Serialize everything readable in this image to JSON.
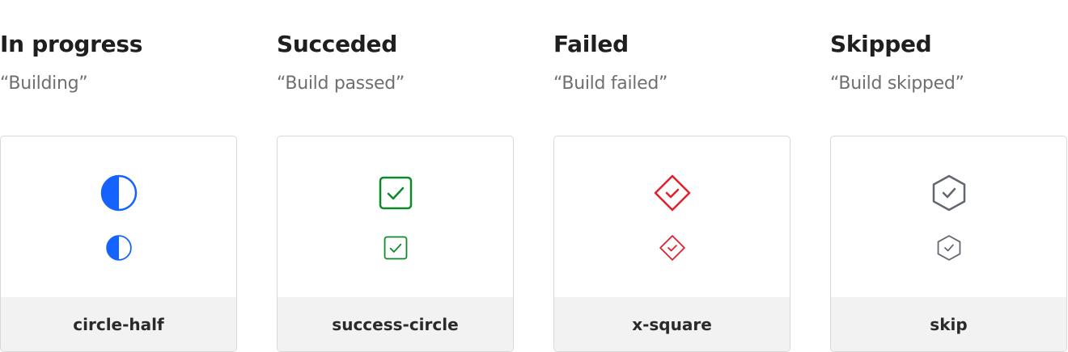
{
  "statuses": [
    {
      "title": "In progress",
      "subtitle": "“Building”",
      "icon": "circle-half",
      "color": "#1463ff"
    },
    {
      "title": "Succeded",
      "subtitle": "“Build passed”",
      "icon": "success-circle",
      "color": "#0b8a2a"
    },
    {
      "title": "Failed",
      "subtitle": "“Build failed”",
      "icon": "x-square",
      "color": "#e0202a"
    },
    {
      "title": "Skipped",
      "subtitle": "“Build skipped”",
      "icon": "skip",
      "color": "#62666f"
    }
  ]
}
